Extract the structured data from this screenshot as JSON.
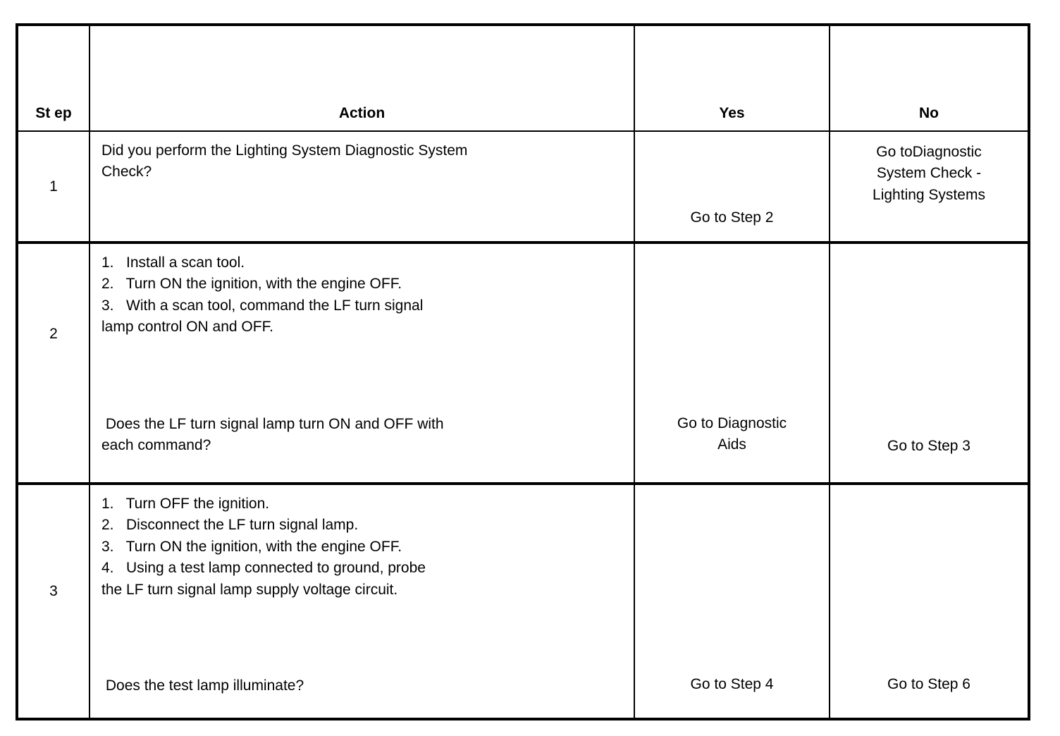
{
  "table": {
    "headers": {
      "step": "St\nep",
      "action": "Action",
      "yes": "Yes",
      "no": "No"
    },
    "rows": [
      {
        "step": "1",
        "action_main": "Did you perform the Lighting System Diagnostic System\nCheck?",
        "action_tail": "",
        "yes": "Go to Step 2",
        "no": "Go toDiagnostic\nSystem Check -\nLighting Systems"
      },
      {
        "step": "2",
        "action_main": "1.   Install a scan tool.\n2.   Turn ON the ignition, with the engine OFF.\n3.   With a scan tool, command the LF turn signal\nlamp control ON and OFF.",
        "action_tail": " Does the LF turn signal lamp turn ON and OFF with\neach command?",
        "yes": "Go to Diagnostic\nAids",
        "no": "Go to Step 3"
      },
      {
        "step": "3",
        "action_main": "1.   Turn OFF the ignition.\n2.   Disconnect the LF turn signal lamp.\n3.   Turn ON the ignition, with the engine OFF.\n4.   Using a test lamp connected to ground, probe\nthe LF turn signal lamp supply voltage circuit.",
        "action_tail": " Does the test lamp illuminate?",
        "yes": "Go to Step 4",
        "no": "Go to Step 6"
      }
    ]
  }
}
